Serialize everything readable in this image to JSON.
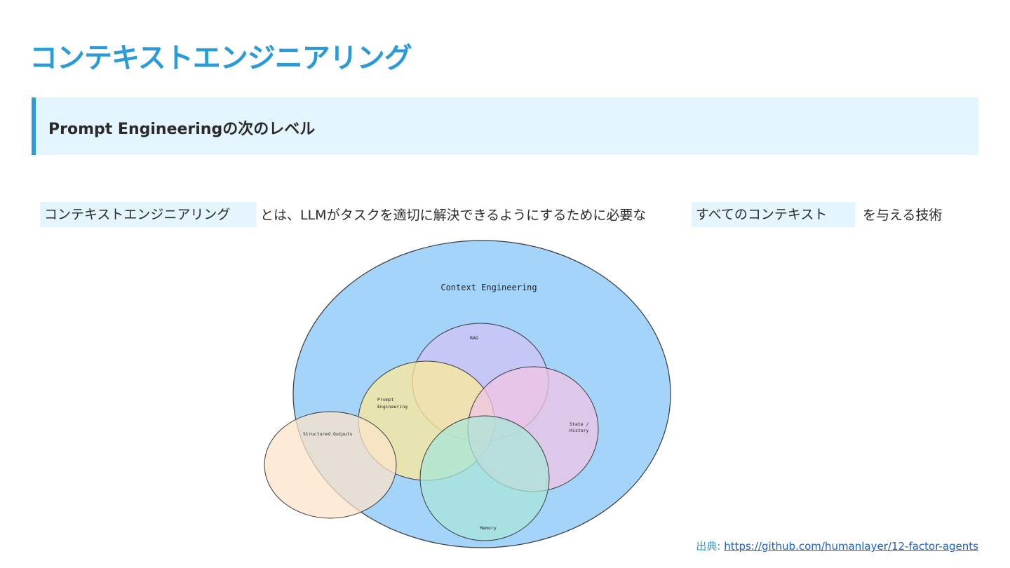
{
  "title": "コンテキストエンジニアリング",
  "subtitle": "Prompt Engineeringの次のレベル",
  "description": {
    "term": "コンテキストエンジニアリング",
    "middle": "とは、LLMがタスクを適切に解決できるようにするために必要な",
    "highlight": "すべてのコンテキスト",
    "end": "を与える技術"
  },
  "diagram": {
    "outer_label": "Context Engineering",
    "circles": [
      {
        "label": "RAG",
        "color": "#c9c5f6"
      },
      {
        "label": "Prompt",
        "label2": "Engineering",
        "color": "#fde99a"
      },
      {
        "label": "State /",
        "label2": "History",
        "color": "#e8c2e2"
      },
      {
        "label": "Memory",
        "color": "#a8e6d8"
      },
      {
        "label": "Structured Outputs",
        "color": "#fde3c8"
      }
    ],
    "outer_color": "#a5d4fb"
  },
  "source": {
    "label": "出典:",
    "url": "https://github.com/humanlayer/12-factor-agents"
  }
}
